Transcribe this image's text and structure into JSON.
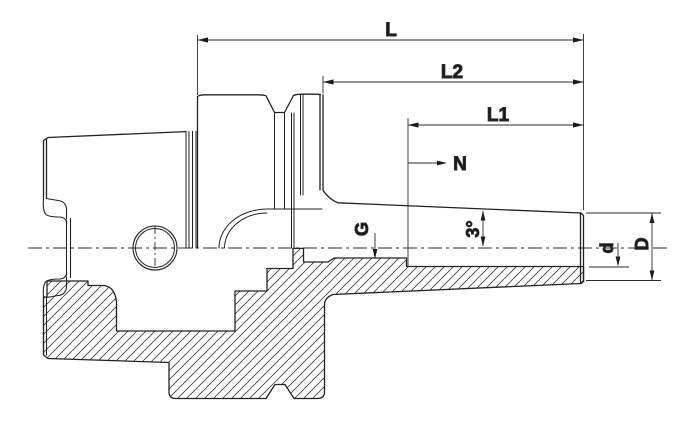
{
  "drawing": {
    "description": "Technical cross-section drawing of a tapered shrink-fit tool holder (HSK shank, flange with V-groove, 3-degree conical nose)",
    "ink_color": "#1f1f1f",
    "background_color": "#ffffff",
    "dimensions": {
      "overall_length": {
        "label": "L"
      },
      "length_l2": {
        "label": "L2"
      },
      "length_l1": {
        "label": "L1"
      },
      "gauge_mark": {
        "label": "N"
      },
      "thread": {
        "label": "G"
      },
      "taper_angle": {
        "label": "3°"
      },
      "bore_diameter": {
        "label": "d"
      },
      "nose_outer_diameter": {
        "label": "D"
      }
    }
  }
}
